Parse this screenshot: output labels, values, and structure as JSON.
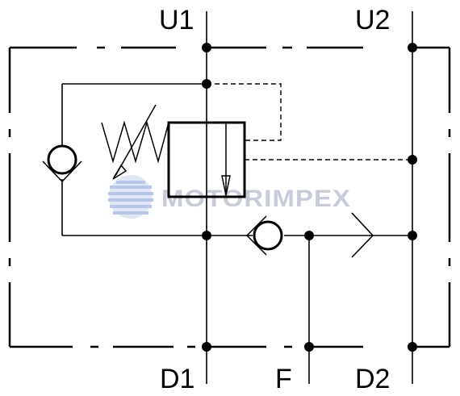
{
  "diagram": {
    "type": "hydraulic-schematic",
    "ports": {
      "u1": "U1",
      "u2": "U2",
      "d1": "D1",
      "f": "F",
      "d2": "D2"
    },
    "watermark": "MOTORIMPEX",
    "colors": {
      "line": "#000000",
      "watermark_text": "#c8ccd8",
      "watermark_globe": "#b9c6e6"
    },
    "components": [
      "check-valve-left",
      "check-valve-bottom",
      "spring-adjustable",
      "valve-block",
      "check-arrow-right"
    ]
  }
}
